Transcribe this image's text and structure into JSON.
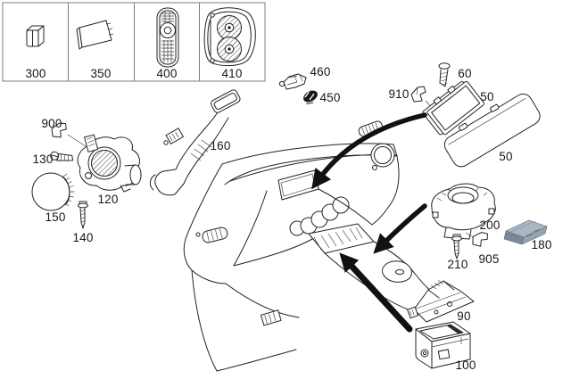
{
  "diagram": {
    "kind": "dashboard-parts-exploded-diagram",
    "background": "#ffffff",
    "line_color": "#232323",
    "arrow_color": "#111111",
    "highlight_colors": {
      "top": "#aab7c3",
      "front": "#96a4b2",
      "end": "#7b8997",
      "outline": "#5f6d7b"
    }
  },
  "legend": {
    "cells": [
      {
        "label": "300",
        "icon": "connector-block-icon"
      },
      {
        "label": "350",
        "icon": "flat-module-icon"
      },
      {
        "label": "400",
        "icon": "remote-control-icon"
      },
      {
        "label": "410",
        "icon": "dual-rotary-speaker-icon"
      }
    ]
  },
  "labels": {
    "p300": "300",
    "p350": "350",
    "p400": "400",
    "p410": "410",
    "p460": "460",
    "p450": "450",
    "p910": "910",
    "p60": "60",
    "p50_display": "50",
    "p50_trim": "50",
    "p900": "900",
    "p130": "130",
    "p120": "120",
    "p150": "150",
    "p140": "140",
    "p160": "160",
    "p200": "200",
    "p210": "210",
    "p905": "905",
    "p180": "180",
    "p90": "90",
    "p100": "100"
  },
  "part_icons": {
    "460": "sensor-connector-icon",
    "450": "mesh-grommet-icon",
    "910": "clip-icon",
    "60": "screw-icon",
    "50_display": "display-panel-icon",
    "50_trim": "trim-panel-icon",
    "900": "clip-icon",
    "130": "screw-icon",
    "120": "blower-housing-icon",
    "150": "round-cap-icon",
    "140": "tapping-screw-icon",
    "160": "air-duct-icon",
    "200": "fan-housing-icon",
    "210": "tapping-screw-icon",
    "905": "clip-icon",
    "180": "control-module-icon",
    "90": "mounting-bracket-icon",
    "100": "head-unit-box-icon"
  }
}
